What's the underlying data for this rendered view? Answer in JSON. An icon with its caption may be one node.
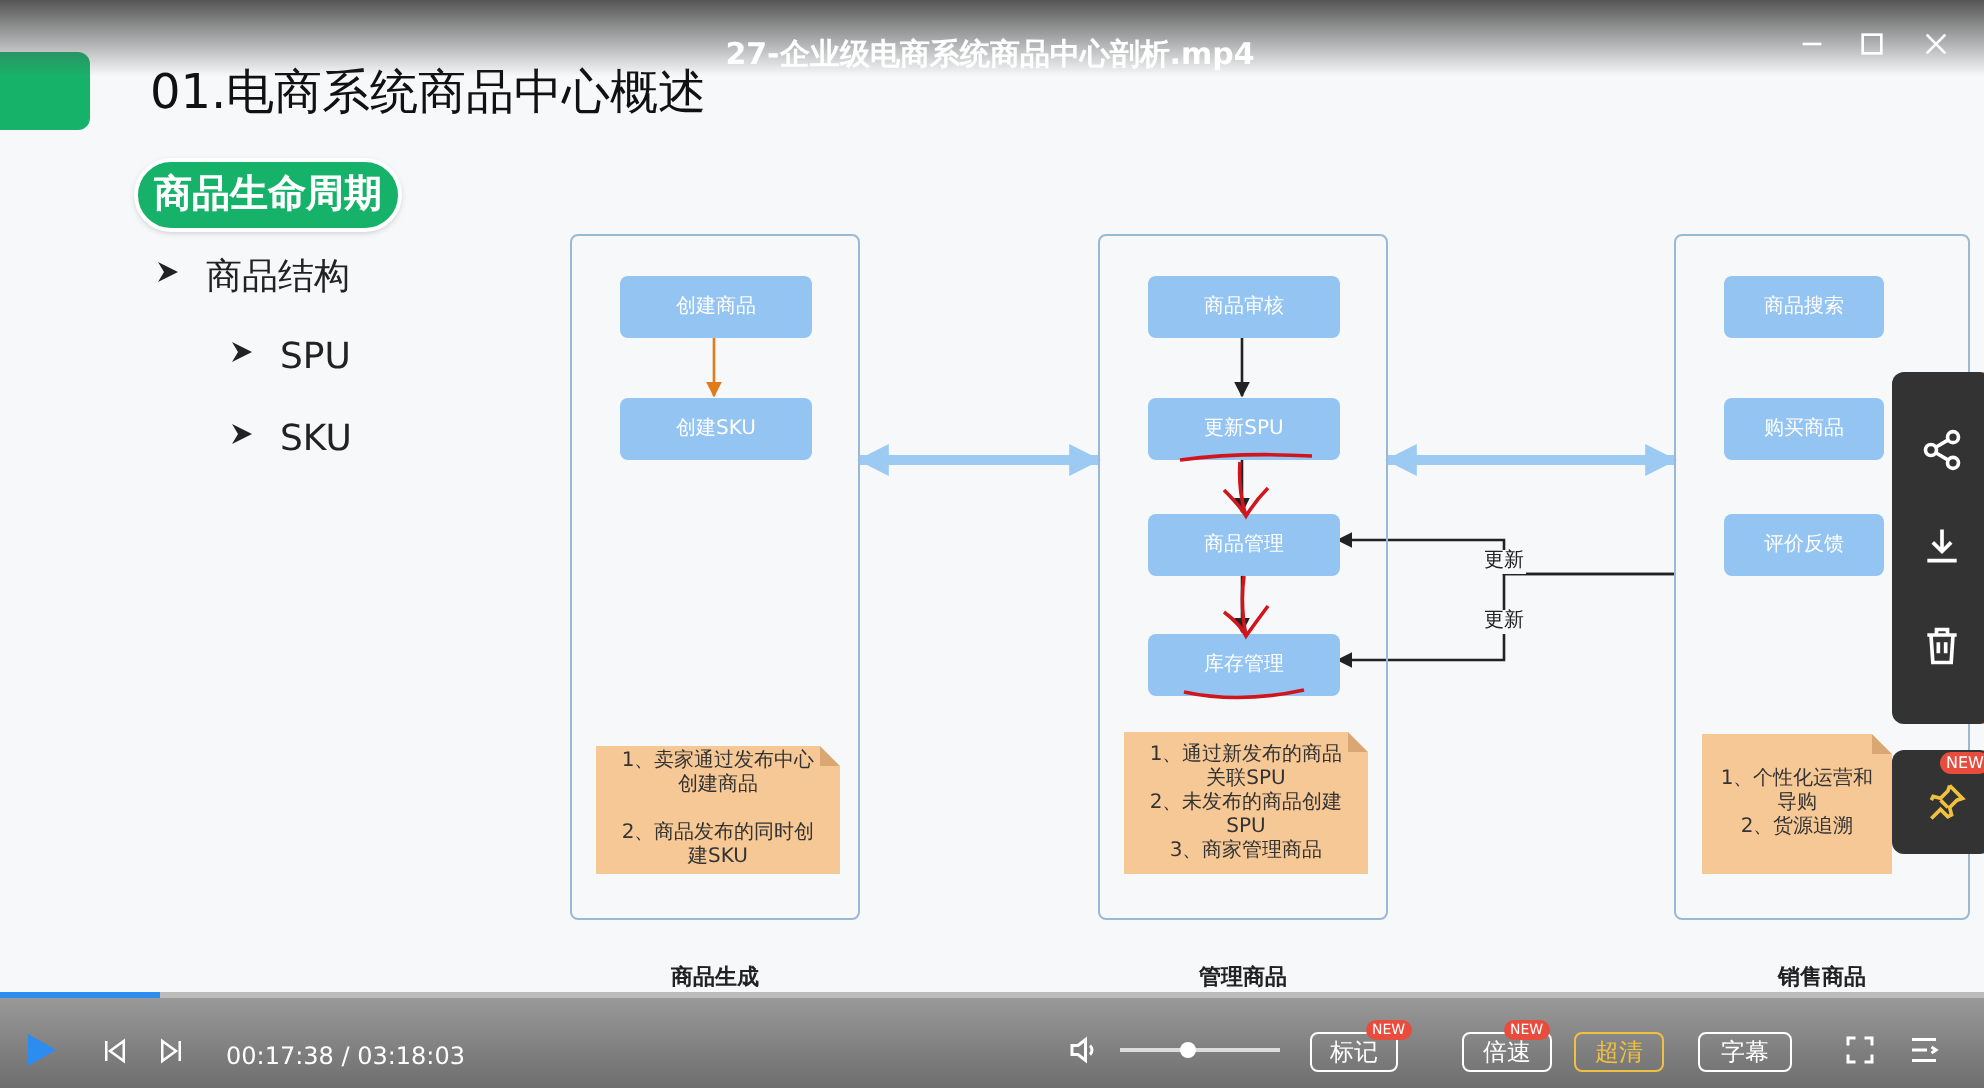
{
  "diagram": {
    "title": "01.电商系统商品中心概述",
    "nodes": [
      {
        "text": [
          "商品生成"
        ]
      },
      {
        "text": [
          "创建商品"
        ],
        "in": 0
      },
      {
        "text": [
          "创建SKU"
        ],
        "in": 0
      },
      {
        "text": [
          "1、卖家通过发布中心创建商品",
          "2、商品发布的同时创建SKU"
        ],
        "in": 0
      },
      {
        "text": [
          "管理商品"
        ]
      },
      {
        "text": [
          "商品审核"
        ],
        "in": 4
      },
      {
        "text": [
          "更新SPU"
        ],
        "in": 4
      },
      {
        "text": [
          "商品管理"
        ],
        "in": 4
      },
      {
        "text": [
          "库存管理"
        ],
        "in": 4
      },
      {
        "text": [
          "1、通过新发布的商品关联SPU",
          "2、未发布的商品创建SPU",
          "3、商家管理商品"
        ],
        "in": 4
      },
      {
        "text": [
          "销售商品"
        ]
      },
      {
        "text": [
          "商品搜索"
        ],
        "in": 10
      },
      {
        "text": [
          "购买商品"
        ],
        "in": 10
      },
      {
        "text": [
          "评价反馈"
        ],
        "in": 10
      },
      {
        "text": [
          "1、个性化运营和导购",
          "2、货源追溯"
        ],
        "in": 10
      }
    ],
    "edges": [
      {
        "from": 1,
        "to": 2,
        "arrow": "to",
        "color": "#e07b1a"
      },
      {
        "from": 5,
        "to": 6,
        "arrow": "to"
      },
      {
        "from": 6,
        "to": 7,
        "arrow": "to"
      },
      {
        "from": 7,
        "to": 8,
        "arrow": "to"
      },
      {
        "from": 10,
        "to": 7,
        "arrow": "to",
        "label": "更新"
      },
      {
        "from": 10,
        "to": 8,
        "arrow": "to",
        "label": "更新"
      },
      {
        "from": 0,
        "to": 4,
        "arrow": "both",
        "style": "thick",
        "color": "#9ccaf2"
      },
      {
        "from": 4,
        "to": 10,
        "arrow": "both",
        "style": "thick",
        "color": "#9ccaf2"
      }
    ],
    "labels": [
      "27-企业级电商系统商品中心剖析.mp4",
      "商品生命周期",
      "商品结构",
      "SPU",
      "SKU",
      "NEW",
      "00:17:38 / 03:18:03",
      "标记",
      "NEW",
      "倍速",
      "NEW",
      "超清",
      "字幕"
    ]
  }
}
